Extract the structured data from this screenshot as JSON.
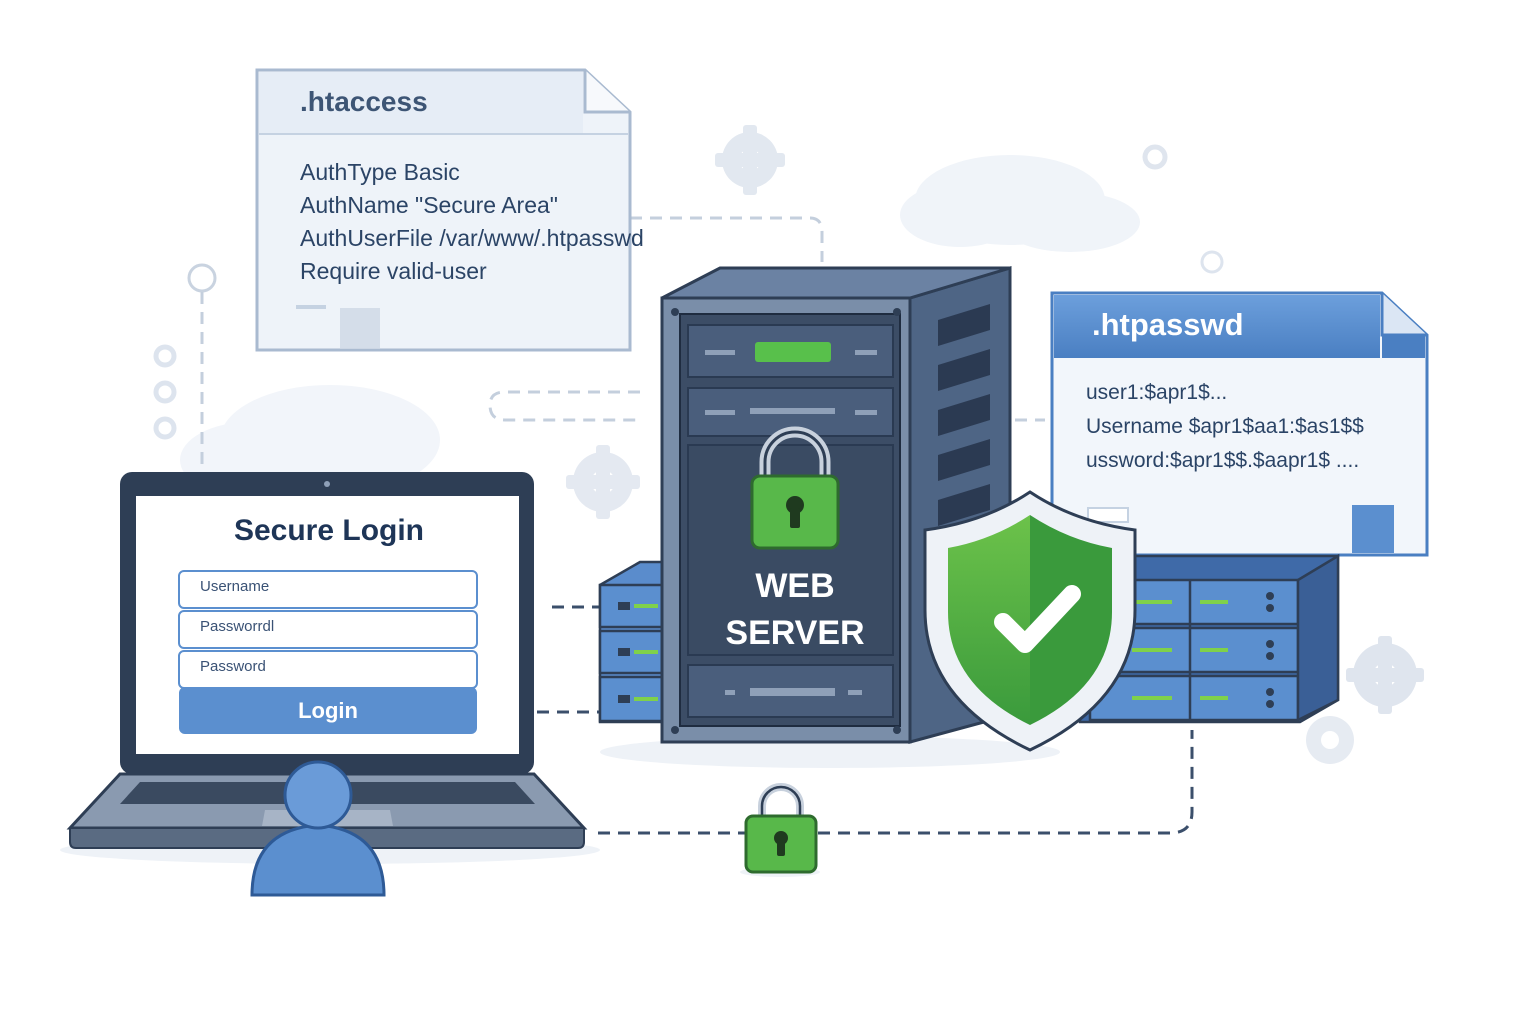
{
  "htaccess": {
    "filename": ".htaccess",
    "lines": [
      "AuthType Basic",
      "AuthName \"Secure Area\"",
      "AuthUserFile /var/www/.htpasswd",
      "Require valid-user"
    ]
  },
  "htpasswd": {
    "filename": ".htpasswd",
    "lines": [
      "user1:$apr1$...",
      "Username $apr1$aa1:$as1$$",
      "ussword:$apr1$$.$aapr1$ ...."
    ]
  },
  "login": {
    "title": "Secure Login",
    "fields": [
      "Username",
      "Passworrdl",
      "Password"
    ],
    "button": "Login"
  },
  "server": {
    "label_line1": "WEB",
    "label_line2": "SERVER"
  },
  "colors": {
    "accent_blue": "#5b8fcf",
    "dark_navy": "#2e3e55",
    "secure_green": "#4caf50",
    "light_blue_bg": "#eef3f9"
  }
}
